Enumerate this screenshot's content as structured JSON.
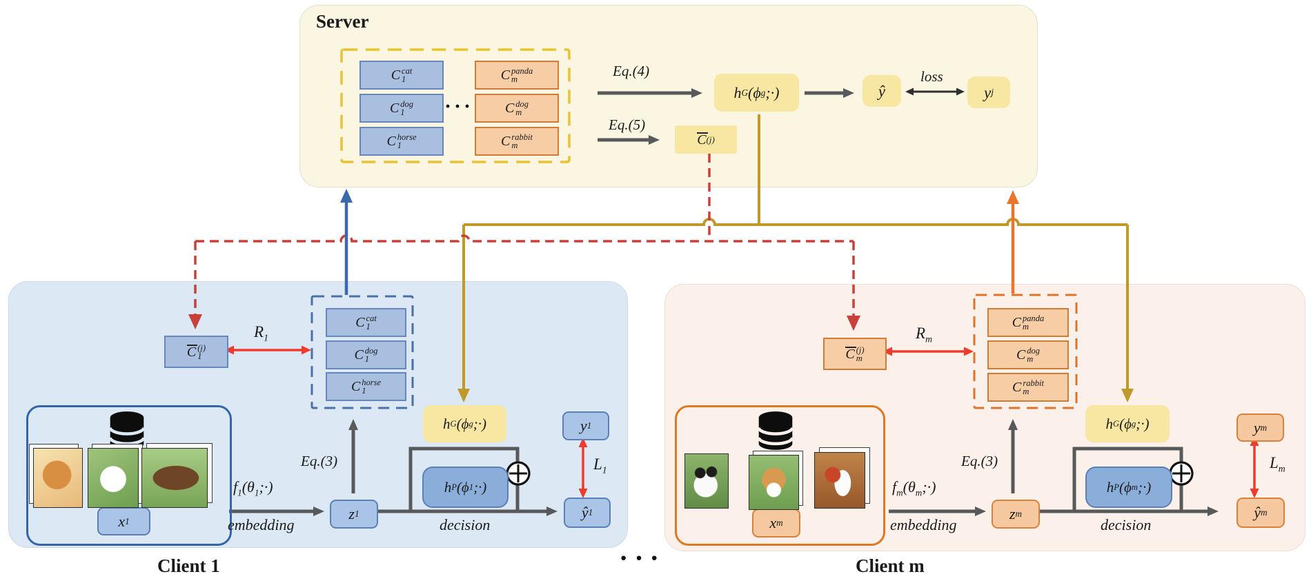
{
  "server": {
    "title": "Server",
    "eq4": "Eq.(4)",
    "eq5": "Eq.(5)",
    "loss": "loss",
    "hg": {
      "b": "h",
      "p": "G",
      "m": "(ϕ",
      "s": "g",
      "e": ";·)"
    },
    "yhat": "ŷ",
    "yj": {
      "b": "y",
      "s": "j"
    },
    "cbar": {
      "b": "C",
      "p": "(j)"
    },
    "pool": {
      "dots": "···",
      "c1": [
        {
          "b": "C",
          "p": "cat",
          "s": "1"
        },
        {
          "b": "C",
          "p": "dog",
          "s": "1"
        },
        {
          "b": "C",
          "p": "horse",
          "s": "1"
        }
      ],
      "cm": [
        {
          "b": "C",
          "p": "panda",
          "s": "m"
        },
        {
          "b": "C",
          "p": "dog",
          "s": "m"
        },
        {
          "b": "C",
          "p": "rabbit",
          "s": "m"
        }
      ]
    }
  },
  "client1": {
    "title": "Client 1",
    "cbar": {
      "b": "C",
      "p": "(j)",
      "s": "1"
    },
    "r": {
      "b": "R",
      "s": "1"
    },
    "protos": [
      {
        "b": "C",
        "p": "cat",
        "s": "1"
      },
      {
        "b": "C",
        "p": "dog",
        "s": "1"
      },
      {
        "b": "C",
        "p": "horse",
        "s": "1"
      }
    ],
    "x": {
      "b": "x",
      "s": "1"
    },
    "f": {
      "b": "f",
      "s1": "1",
      "m": "(θ",
      "s2": "1",
      "e": ";·)"
    },
    "embedding": "embedding",
    "z": {
      "b": "z",
      "s": "1"
    },
    "eq3": "Eq.(3)",
    "hg": {
      "b": "h",
      "p": "G",
      "m": "(ϕ",
      "s": "g",
      "e": ";·)"
    },
    "hp": {
      "b": "h",
      "p": "P",
      "m": "(ϕ",
      "s": "1",
      "e": ";·)"
    },
    "decision": "decision",
    "y": {
      "b": "y",
      "s": "1"
    },
    "yhat": {
      "b": "ŷ",
      "s": "1"
    },
    "l": {
      "b": "L",
      "s": "1"
    }
  },
  "clientm": {
    "title": "Client m",
    "cbar": {
      "b": "C",
      "p": "(j)",
      "s": "m"
    },
    "r": {
      "b": "R",
      "s": "m"
    },
    "protos": [
      {
        "b": "C",
        "p": "panda",
        "s": "m"
      },
      {
        "b": "C",
        "p": "dog",
        "s": "m"
      },
      {
        "b": "C",
        "p": "rabbit",
        "s": "m"
      }
    ],
    "x": {
      "b": "x",
      "s": "m"
    },
    "f": {
      "b": "f",
      "s1": "m",
      "m": "(θ",
      "s2": "m",
      "e": ";·)"
    },
    "embedding": "embedding",
    "z": {
      "b": "z",
      "s": "m"
    },
    "eq3": "Eq.(3)",
    "hg": {
      "b": "h",
      "p": "G",
      "m": "(ϕ",
      "s": "g",
      "e": ";·)"
    },
    "hp": {
      "b": "h",
      "p": "P",
      "m": "(ϕ",
      "s": "m",
      "e": ";·)"
    },
    "decision": "decision",
    "y": {
      "b": "y",
      "s": "m"
    },
    "yhat": {
      "b": "ŷ",
      "s": "m"
    },
    "l": {
      "b": "L",
      "s": "m"
    }
  },
  "separator": "···",
  "icons": {
    "database": "database-icon",
    "sum": "⊕"
  },
  "colors": {
    "server_bg": "#fbf6e2",
    "client1_bg": "#dce8f3",
    "clientm_bg": "#fcf0ea",
    "yellow_box": "#f8e7a3",
    "blue_fill": "#a9bfdf",
    "blue_border": "#6687bb",
    "orange_fill": "#f7cda5",
    "orange_border": "#cf7c36",
    "dashed_yellow": "#e7c32e",
    "dashed_blue": "#4a70a8",
    "dashed_orange": "#dd7328",
    "red_solid": "#ef3b2d",
    "red_dashed": "#c8403a",
    "olive": "#bf9a2a",
    "blue_arrow": "#3c68ad",
    "orange_arrow": "#e8762c",
    "gray": "#57595b"
  }
}
